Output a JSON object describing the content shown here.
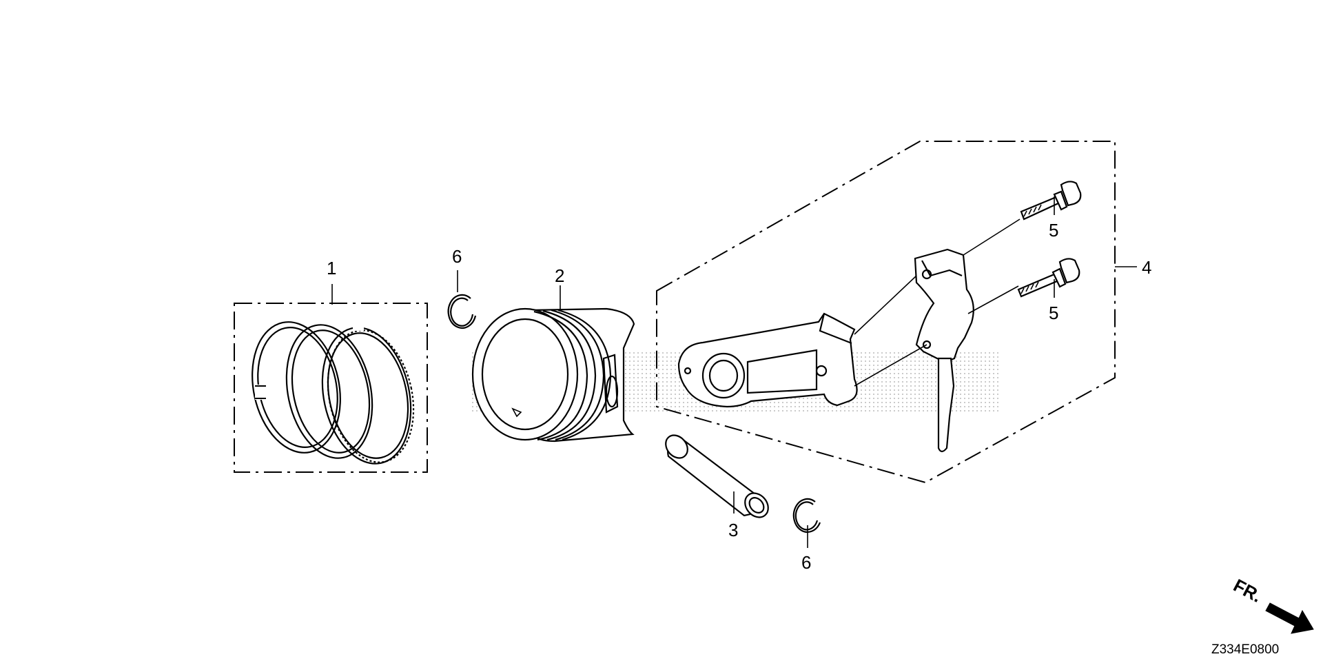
{
  "diagram": {
    "callouts": {
      "piston_ring_set": "1",
      "piston": "2",
      "piston_pin": "3",
      "connecting_rod_assembly": "4",
      "rod_bolt_upper": "5",
      "rod_bolt_lower": "5",
      "pin_clip_left": "6",
      "pin_clip_right": "6"
    },
    "front_label": "FR.",
    "diagram_code": "Z334E0800"
  }
}
